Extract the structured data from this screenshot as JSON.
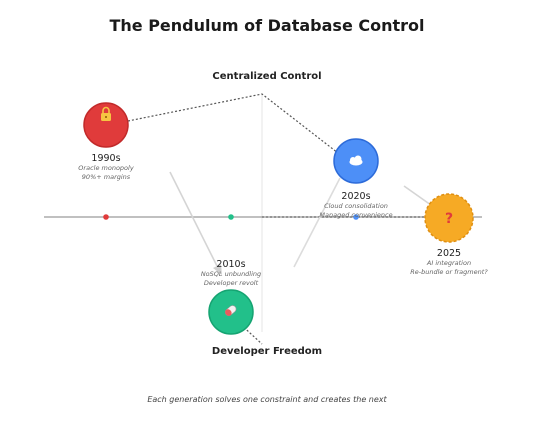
{
  "title": "The Pendulum of Database Control",
  "poles": {
    "top": "Centralized Control",
    "bottom": "Developer Freedom"
  },
  "eras": [
    {
      "year": "1990s",
      "line1": "Oracle monopoly",
      "line2": "90%+ margins",
      "icon": "lock-icon",
      "color": "#e03b3b",
      "border": "#c22a2a"
    },
    {
      "year": "2010s",
      "line1": "NoSQL unbundling",
      "line2": "Developer revolt",
      "icon": "pill-icon",
      "color": "#22c08a",
      "border": "#16a472"
    },
    {
      "year": "2020s",
      "line1": "Cloud consolidation",
      "line2": "Managed convenience",
      "icon": "cloud-icon",
      "color": "#4d8ff7",
      "border": "#2d6bd9"
    },
    {
      "year": "2025",
      "line1": "AI integration",
      "line2": "Re-bundle or fragment?",
      "icon": "question-icon",
      "color": "#f6aa25",
      "border": "#e08f10",
      "dashed": true
    }
  ],
  "footer": "Each generation solves one constraint and creates the next"
}
